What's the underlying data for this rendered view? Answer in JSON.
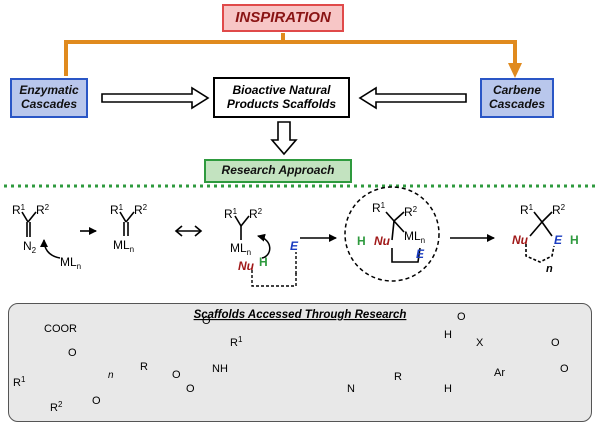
{
  "header": {
    "inspiration": "INSPIRATION"
  },
  "sources": {
    "enzymatic_line1": "Enzymatic",
    "enzymatic_line2": "Cascades",
    "carbene_line1": "Carbene",
    "carbene_line2": "Cascades"
  },
  "target": {
    "line1": "Bioactive Natural",
    "line2": "Products Scaffolds"
  },
  "approach": {
    "label": "Research Approach"
  },
  "mechanism": {
    "r1": "R",
    "r1_sup": "1",
    "r2": "R",
    "r2_sup": "2",
    "n2": "N",
    "n2_sub": "2",
    "catalyst": "ML",
    "catalyst_sub": "n",
    "nu": "Nu",
    "h": "H",
    "e": "E",
    "n": "n"
  },
  "scaffolds": {
    "title": "Scaffolds Accessed Through Research",
    "s1_ester": "COOR",
    "s1_o": "O",
    "s1_n": "n",
    "s2_nh": "NH",
    "s3_n": "N",
    "s4_x": "X",
    "s4_h": "H",
    "s4_ar": "Ar",
    "r": "R",
    "o": "O"
  },
  "colors": {
    "inspiration_fill": "#f7c6c6",
    "inspiration_border": "#e04a4a",
    "source_fill": "#b9c7ec",
    "source_border": "#2a56c6",
    "approach_fill": "#c3e3c0",
    "approach_border": "#2e9a3e",
    "orange_arrow": "#e08a1e",
    "dotted_divider": "#2e9a3e",
    "nu_color": "#a01818",
    "e_color": "#1a3cc0",
    "h_color": "#2e9a3e",
    "panel_fill": "#e8e8e8"
  }
}
